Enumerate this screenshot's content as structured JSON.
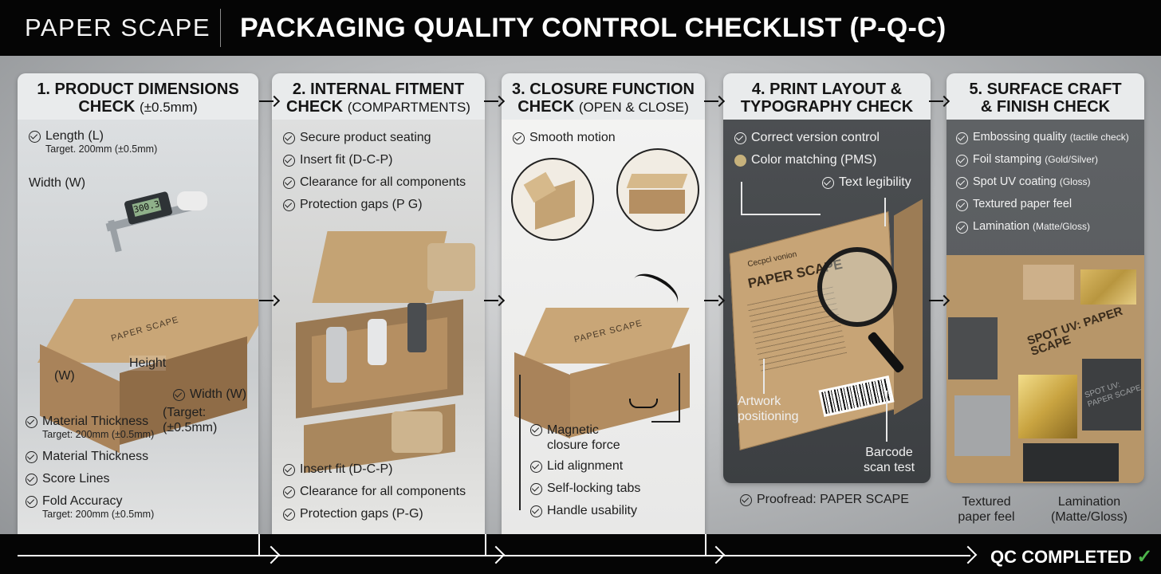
{
  "header": {
    "brand": "PAPER SCAPE",
    "title": "PACKAGING QUALITY CONTROL CHECKLIST (P-Q-C)"
  },
  "panels": [
    {
      "title_line1": "1. PRODUCT DIMENSIONS",
      "title_line2": "CHECK",
      "title_suffix": "(±0.5mm)",
      "items": [
        {
          "label": "Length (L)",
          "sub": "Target. 200mm (±0.5mm)"
        },
        {
          "label": "Material Thickness",
          "sub": "Target: 200mm (±0.5mm)"
        },
        {
          "label": "Material Thickness"
        },
        {
          "label": "Score Lines"
        },
        {
          "label": "Fold Accuracy",
          "sub": "Target: 200mm (±0.5mm)"
        }
      ],
      "annotations": {
        "width_top": "Width (W)",
        "height": "Height",
        "w_short": "(W)",
        "width_bottom": "Width (W)",
        "width_target": "(Target: (±0.5mm)",
        "caliper_reading": "300.3"
      },
      "box_print": "PAPER SCAPE"
    },
    {
      "title_line1": "2. INTERNAL FITMENT",
      "title_line2": "CHECK",
      "title_suffix": "(COMPARTMENTS)",
      "items_top": [
        "Secure product seating",
        "Insert fit (D-C-P)",
        "Clearance for all components",
        "Protection gaps (P G)"
      ],
      "items_bottom": [
        "Insert fit (D-C-P)",
        "Clearance for all components",
        "Protection gaps (P-G)"
      ]
    },
    {
      "title_line1": "3. CLOSURE FUNCTION",
      "title_line2": "CHECK",
      "title_suffix": "(OPEN & CLOSE)",
      "items_top": [
        "Smooth motion"
      ],
      "items_bottom": [
        "Magnetic closure force",
        "Lid alignment",
        "Self-locking tabs",
        "Handle usability"
      ],
      "box_print": "PAPER SCAPE"
    },
    {
      "title_line1": "4. PRINT LAYOUT &",
      "title_line2": "TYPOGRAPHY CHECK",
      "items": [
        {
          "label": "Correct version control",
          "marker": "check"
        },
        {
          "label": "Color matching (PMS)",
          "marker": "dot"
        },
        {
          "label": "Text legibility",
          "marker": "check"
        }
      ],
      "annotations": {
        "artwork": "Artwork positioning",
        "barcode": "Barcode scan test"
      },
      "box_print": "PAPER SCAPE",
      "box_print_small": "Cecpcl vonion",
      "below": "Proofread: PAPER SCAPE"
    },
    {
      "title_line1": "5. SURFACE CRAFT",
      "title_line2": "& FINISH CHECK",
      "items": [
        {
          "label": "Embossing quality",
          "note": "(tactile check)"
        },
        {
          "label": "Foil stamping",
          "note": "(Gold/Silver)"
        },
        {
          "label": "Spot UV coating",
          "note": "(Gloss)"
        },
        {
          "label": "Textured paper feel"
        },
        {
          "label": "Lamination",
          "note": "(Matte/Gloss)"
        }
      ],
      "swatch_text": "SPOT UV: PAPER SCAPE",
      "swatch_text2": "SPOT UV: PAPER SCAPE",
      "below_left": "Textured paper feel",
      "below_right": "Lamination (Matte/Gloss)"
    }
  ],
  "footer": {
    "status": "QC COMPLETED",
    "status_icon": "✓"
  },
  "colors": {
    "header_bg": "#050505",
    "accent_check": "#4cb34a",
    "kraft": "#c9a677",
    "dark_panel": "#3c3f42"
  }
}
